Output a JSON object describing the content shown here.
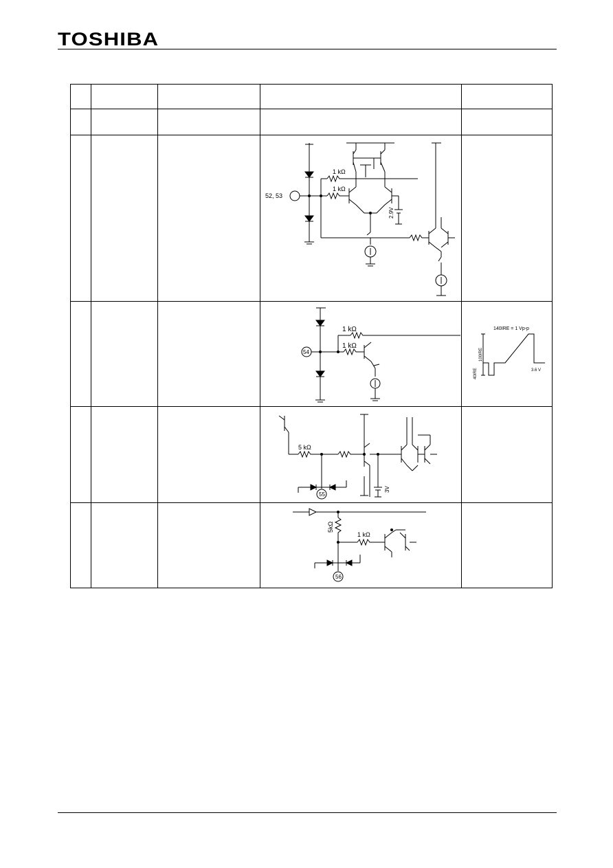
{
  "header": {
    "brand": "TOSHIBA"
  },
  "circuits": {
    "row3": {
      "pin_label": "52, 53",
      "res_top": "1 kΩ",
      "res_bottom": "1 kΩ",
      "ref_voltage": "2.9V"
    },
    "row4": {
      "pin_number": "54",
      "res_top": "1 kΩ",
      "res_bottom": "1 kΩ"
    },
    "row5": {
      "pin_number": "55",
      "res": "5 kΩ",
      "ref_voltage": "3V"
    },
    "row6": {
      "pin_number": "56",
      "res_vertical": "5kΩ",
      "res_horizontal": "1 kΩ"
    }
  },
  "waveform": {
    "label_top": "140IRE = 1 Vp-p",
    "label_100": "100IRE",
    "label_40": "40IRE",
    "label_dc": "3.6 V"
  }
}
